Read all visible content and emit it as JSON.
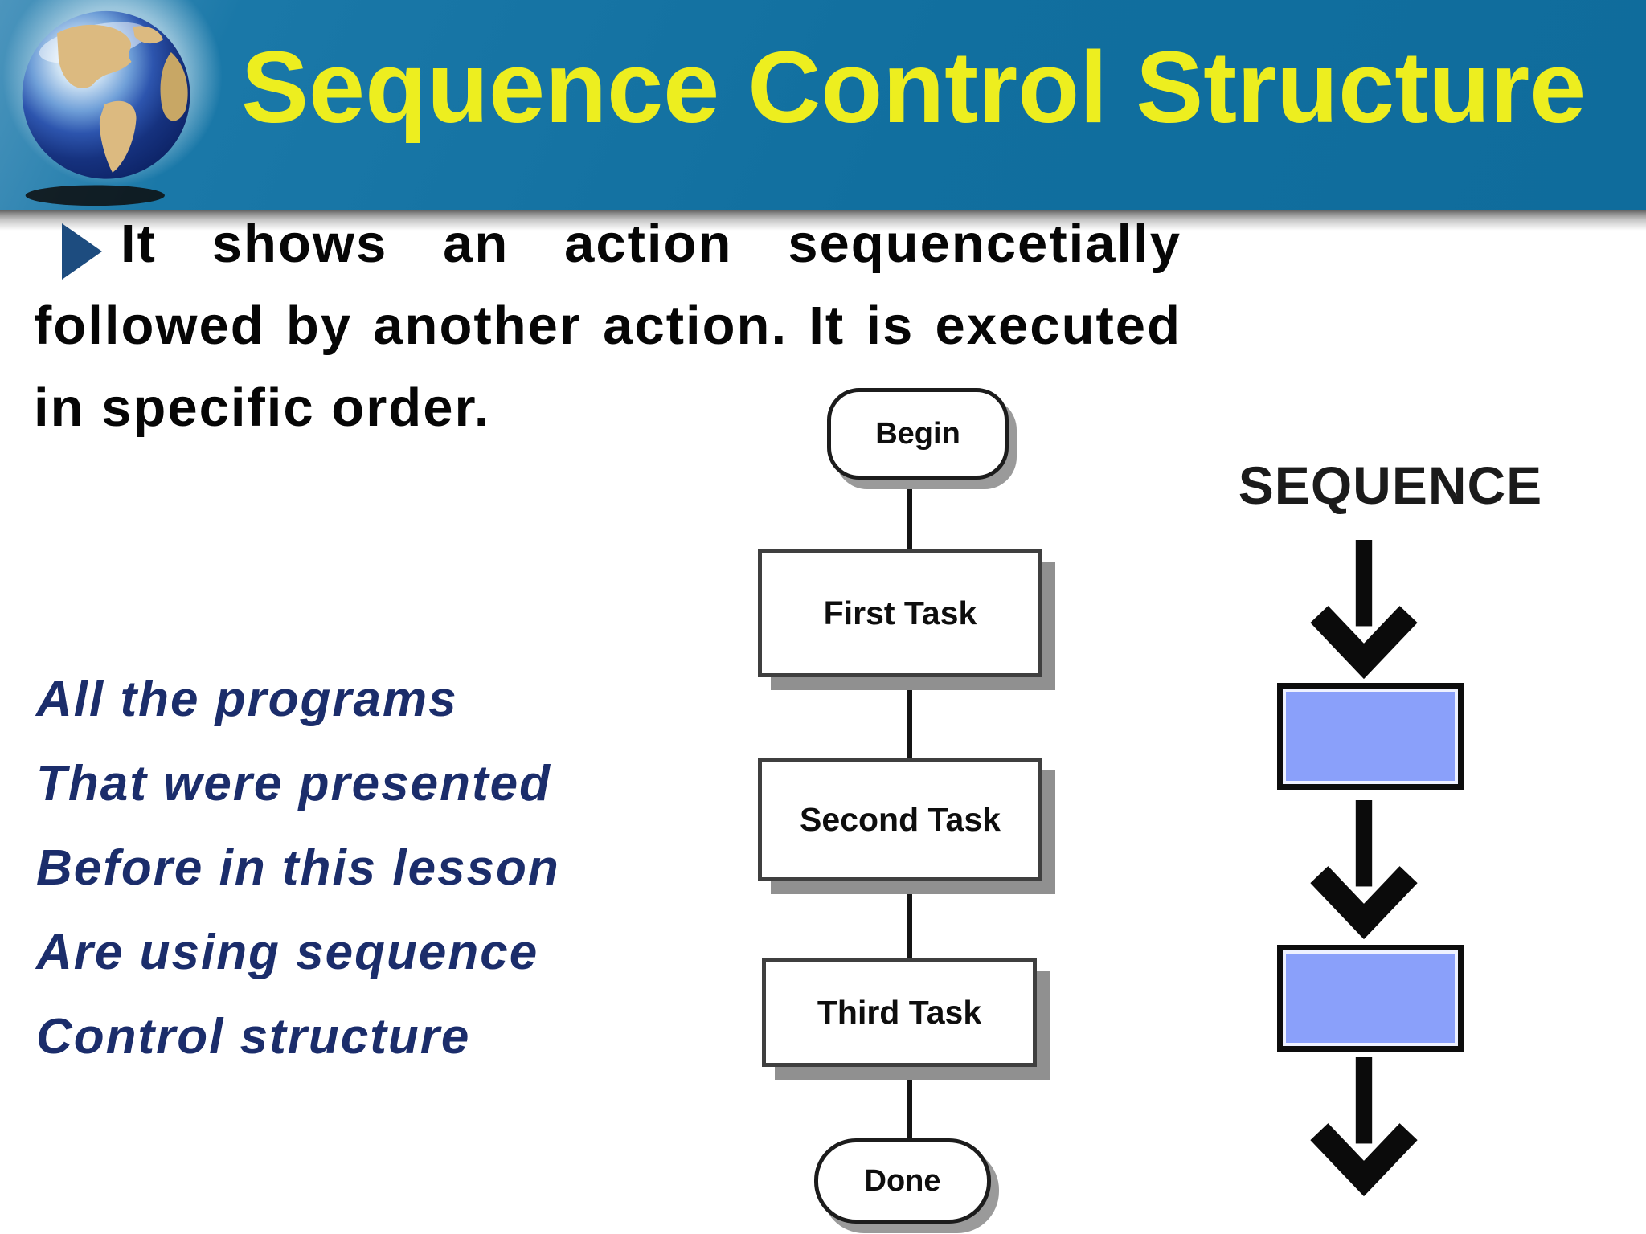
{
  "slide": {
    "title": "Sequence Control Structure",
    "paragraph": {
      "line1": "It shows an action sequencetially",
      "line2": "followed by another action. It is executed",
      "line3": "in specific order."
    },
    "side_note": {
      "line1": "All the programs",
      "line2": "That were presented",
      "line3": "Before in this lesson",
      "line4": "Are using sequence",
      "line5": "Control structure"
    },
    "flowchart": {
      "nodes": [
        {
          "type": "terminator",
          "label": "Begin"
        },
        {
          "type": "process",
          "label": "First Task"
        },
        {
          "type": "process",
          "label": "Second Task"
        },
        {
          "type": "process",
          "label": "Third Task"
        },
        {
          "type": "terminator",
          "label": "Done"
        }
      ]
    },
    "sequence_panel": {
      "heading": "SEQUENCE",
      "blocks": 2,
      "arrows": 3
    },
    "colors": {
      "header_blue": "#116F9F",
      "title_yellow": "#EDEE1F",
      "note_navy": "#1B2D6B",
      "bullet_blue": "#1D4C7F",
      "block_fill_blue": "#8AA0FA",
      "box_shadow_gray": "#909090"
    }
  }
}
